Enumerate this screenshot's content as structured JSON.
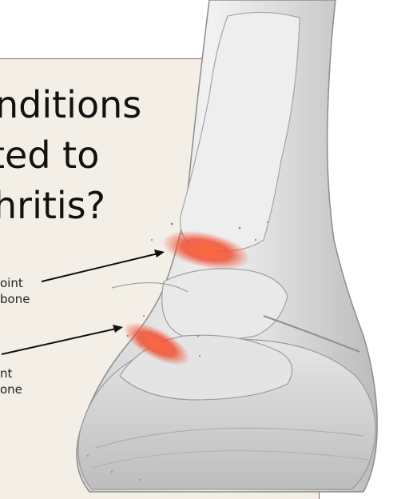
{
  "title": {
    "lines": [
      "nditions",
      "ted to",
      "hritis?"
    ]
  },
  "labels": {
    "upper": [
      "oint",
      "bone"
    ],
    "lower": [
      "nt",
      "one"
    ]
  },
  "illustration": {
    "subject": "horse hoof and lower leg bones",
    "inflammation_color": "#ef4f33",
    "bone_color": "#e7e7e7",
    "arrow_color": "#111111"
  }
}
